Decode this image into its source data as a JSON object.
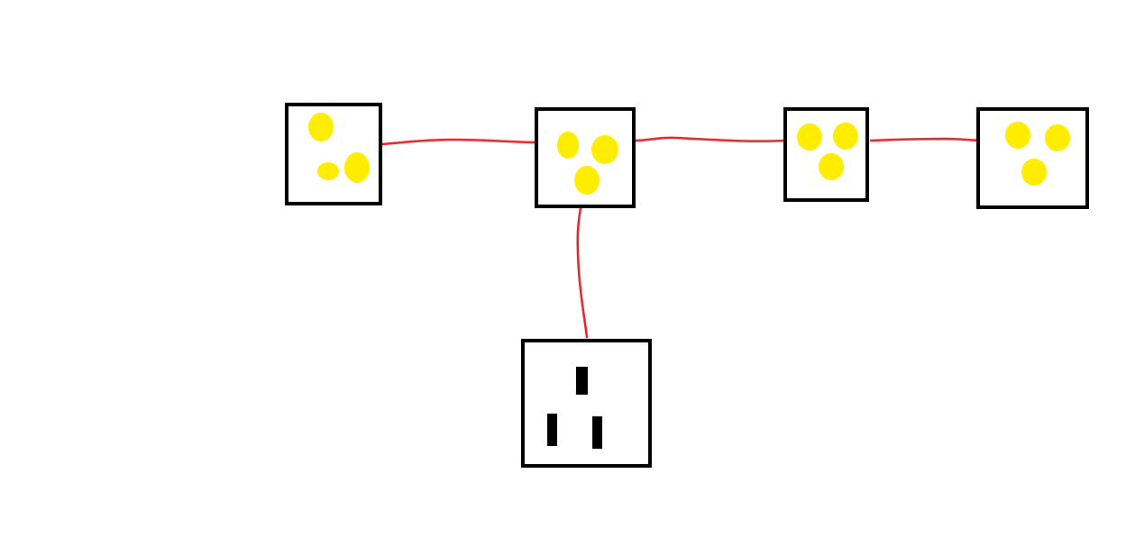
{
  "colors": {
    "background": "#ffffff",
    "wire": "#e31e24",
    "box_outline": "#000000",
    "bulb": "#ffed00",
    "prong": "#000000"
  },
  "diagram": {
    "nodes": [
      {
        "id": "light-box-1",
        "kind": "light-box",
        "icon": "three-bulb-light-icon"
      },
      {
        "id": "light-box-2",
        "kind": "light-box",
        "icon": "three-bulb-light-icon"
      },
      {
        "id": "light-box-3",
        "kind": "light-box",
        "icon": "three-bulb-light-icon"
      },
      {
        "id": "light-box-4",
        "kind": "light-box",
        "icon": "three-bulb-light-icon"
      },
      {
        "id": "power-outlet",
        "kind": "outlet",
        "icon": "power-outlet-icon"
      }
    ],
    "connections": [
      {
        "from": "light-box-1",
        "to": "light-box-2"
      },
      {
        "from": "light-box-2",
        "to": "light-box-3"
      },
      {
        "from": "light-box-3",
        "to": "light-box-4"
      },
      {
        "from": "power-outlet",
        "to": "light-box-2"
      }
    ]
  }
}
